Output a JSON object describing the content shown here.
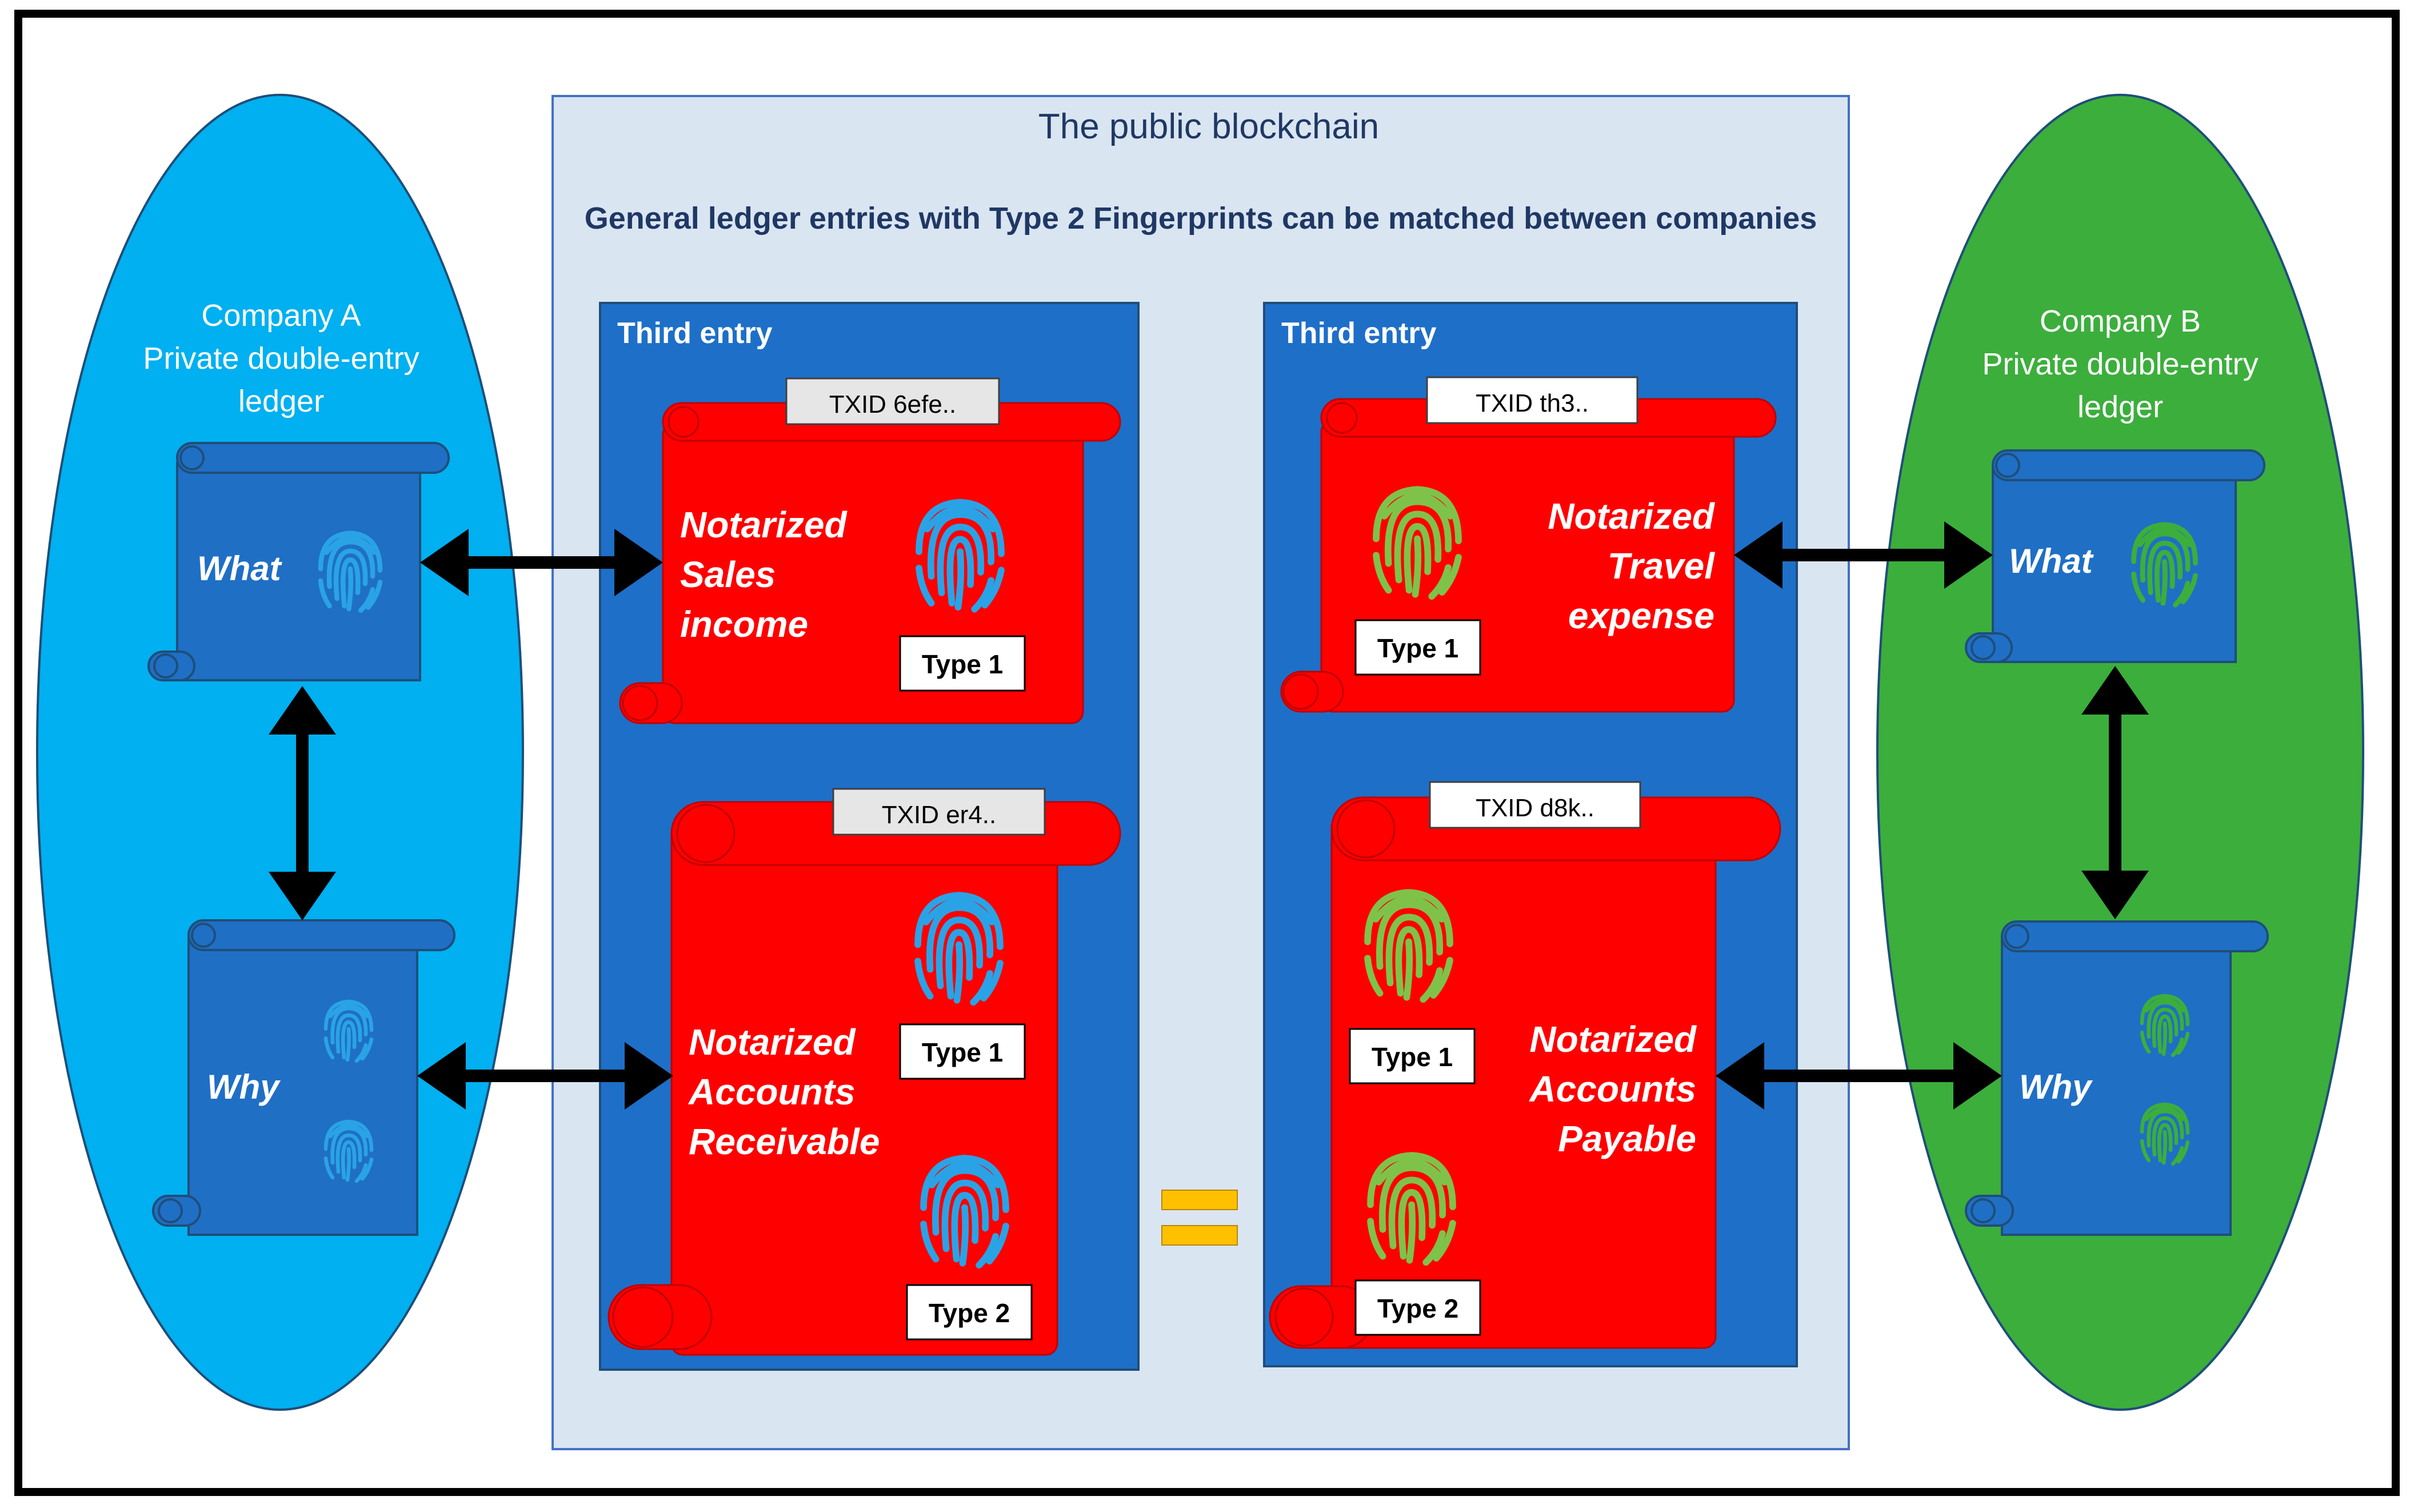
{
  "colors": {
    "company_a": "#00b0f0",
    "company_b": "#3cae3c",
    "blockchain_bg": "#dae5f2",
    "entry_panel": "#1e6fc8",
    "scroll_blue": "#1f6fc5",
    "scroll_red": "#ff0000",
    "fingerprint_blue": "#2aa3e6",
    "fingerprint_green": "#7fc24a",
    "equals": "#ffc000",
    "title_text": "#1f3864"
  },
  "blockchain": {
    "title": "The public blockchain",
    "subtitle": "General ledger entries with Type 2 Fingerprints can be matched between companies"
  },
  "company_a": {
    "line1": "Company A",
    "line2": "Private double-entry",
    "line3": "ledger",
    "what_label": "What",
    "why_label": "Why"
  },
  "company_b": {
    "line1": "Company B",
    "line2": "Private double-entry",
    "line3": "ledger",
    "what_label": "What",
    "why_label": "Why"
  },
  "left_entry": {
    "header": "Third entry",
    "top": {
      "txid": "TXID 6efe..",
      "line1": "Notarized",
      "line2": "Sales",
      "line3": "income",
      "type1": "Type 1"
    },
    "bottom": {
      "txid": "TXID er4..",
      "line1": "Notarized",
      "line2": "Accounts",
      "line3": "Receivable",
      "type1": "Type 1",
      "type2": "Type 2"
    }
  },
  "right_entry": {
    "header": "Third entry",
    "top": {
      "txid": "TXID th3..",
      "line1": "Notarized",
      "line2": "Travel",
      "line3": "expense",
      "type1": "Type 1"
    },
    "bottom": {
      "txid": "TXID d8k..",
      "line1": "Notarized",
      "line2": "Accounts",
      "line3": "Payable",
      "type1": "Type 1",
      "type2": "Type 2"
    }
  },
  "icons": {
    "fingerprint": "fingerprint-icon",
    "arrow": "double-arrow",
    "equals": "equals-sign"
  }
}
